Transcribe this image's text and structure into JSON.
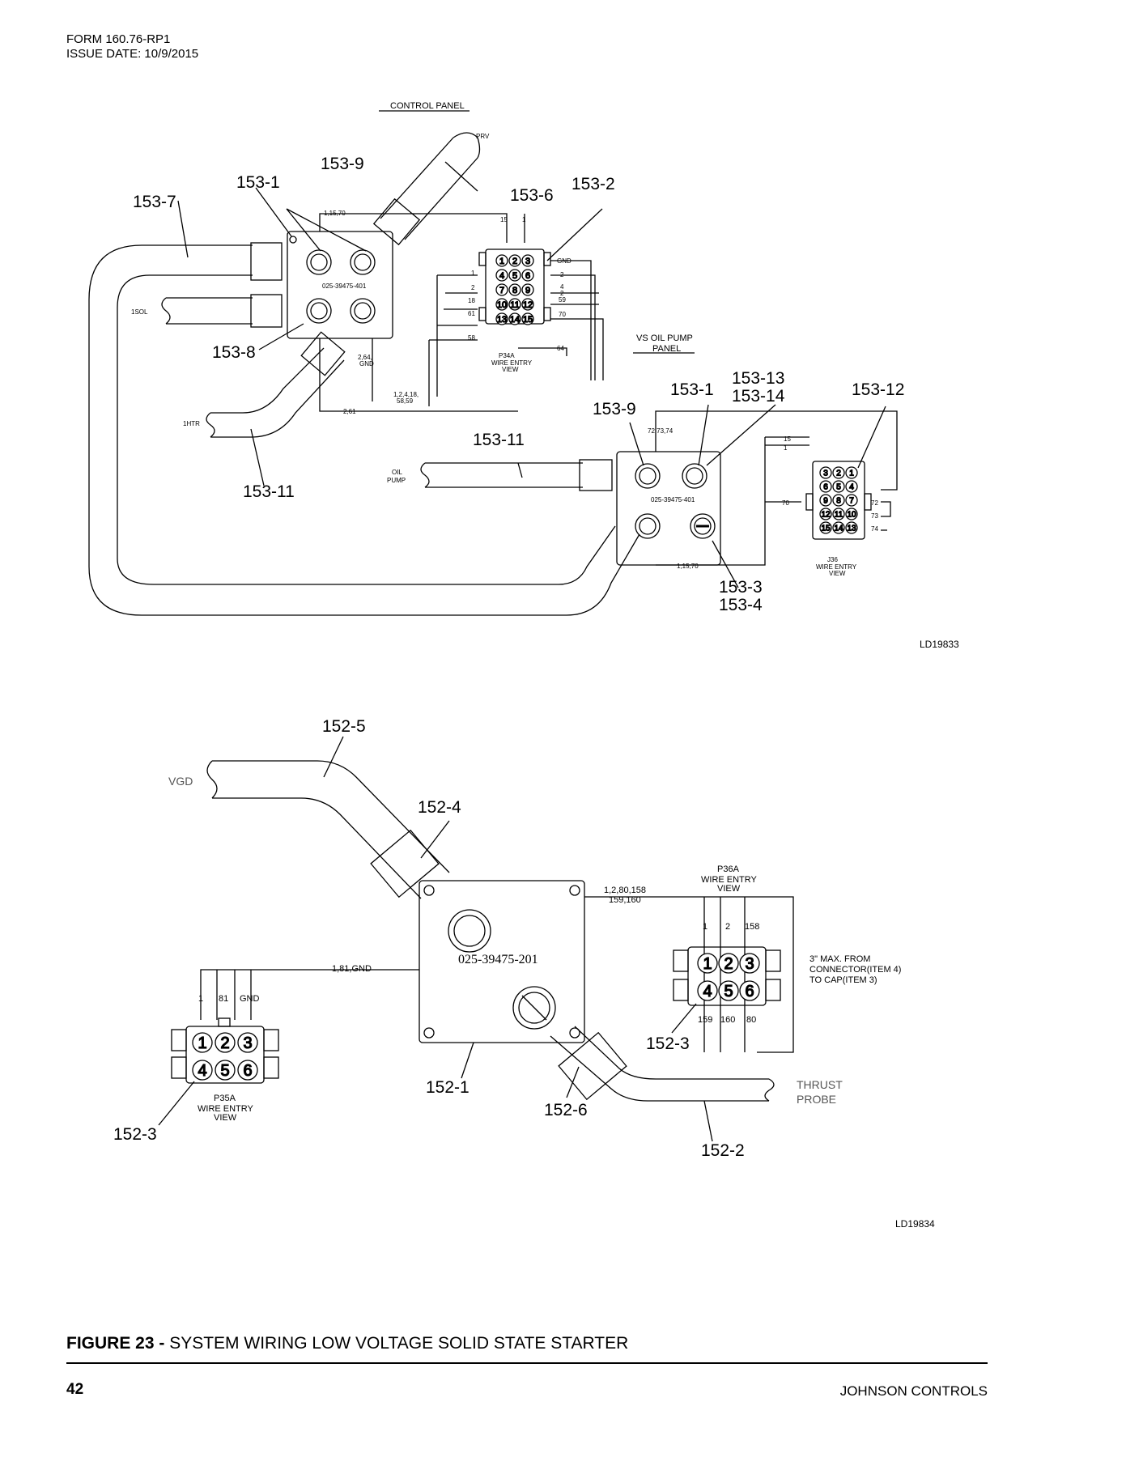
{
  "header": {
    "form": "FORM 160.76-RP1",
    "issue": "ISSUE DATE: 10/9/2015"
  },
  "top_diagram": {
    "title": "CONTROL PANEL",
    "drawing_id": "LD19833",
    "cables": {
      "prv": "PRV",
      "sol": "1SOL",
      "htr": "1HTR",
      "oil": "OIL",
      "pump": "PUMP"
    },
    "callouts": [
      "153-9",
      "153-1",
      "153-7",
      "153-6",
      "153-2",
      "153-8",
      "153-11",
      "153-13",
      "153-14",
      "153-1",
      "153-9",
      "153-12",
      "153-11",
      "153-3",
      "153-4"
    ],
    "panel1_part": "025-39475-401",
    "panel2_part": "025-39475-401",
    "p34a": "P34A",
    "p34a_sub1": "WIRE ENTRY",
    "p34a_sub2": "VIEW",
    "j36": "J36",
    "j36_sub1": "WIRE ENTRY",
    "j36_sub2": "VIEW",
    "vs_panel_1": "VS OIL PUMP",
    "vs_panel_2": "PANEL",
    "wires": {
      "w1": "1,15,70",
      "w2": "15",
      "w3": "1",
      "gnd": "GND",
      "l1": "1",
      "l2": "2",
      "l18": "18",
      "l61": "61",
      "l58": "58",
      "r2": "2",
      "r4": "4",
      "r2b": "2",
      "r59": "59",
      "r70": "70",
      "r64": "64",
      "b1": "2,64,",
      "b1b": "GND",
      "b2": "1,2,4,18,",
      "b2b": "58,59",
      "b3": "2,61",
      "v1": "72,73,74",
      "v2": "15",
      "v3": "1",
      "v4": "70",
      "v5": "72",
      "v6": "73",
      "v7": "74",
      "v8": "1,15,70"
    },
    "p34a_pins": [
      "1",
      "2",
      "3",
      "4",
      "5",
      "6",
      "7",
      "8",
      "9",
      "10",
      "11",
      "12",
      "13",
      "14",
      "15"
    ],
    "j36_pins": [
      "3",
      "2",
      "1",
      "6",
      "5",
      "4",
      "9",
      "8",
      "7",
      "12",
      "11",
      "10",
      "15",
      "14",
      "13"
    ]
  },
  "bottom_diagram": {
    "drawing_id": "LD19834",
    "cables": {
      "vgd": "VGD",
      "thrust1": "THRUST",
      "thrust2": "PROBE"
    },
    "callouts": [
      "152-5",
      "152-4",
      "152-1",
      "152-6",
      "152-2",
      "152-3",
      "152-3"
    ],
    "panel_part": "025-39475-201",
    "wire_top1": "1,2,80,158",
    "wire_top2": "159,160",
    "wire_left": "1,81,GND",
    "p36a": "P36A",
    "p36a_sub1": "WIRE ENTRY",
    "p36a_sub2": "VIEW",
    "p35a": "P35A",
    "p35a_sub1": "WIRE ENTRY",
    "p35a_sub2": "VIEW",
    "p36a_top": [
      "1",
      "2",
      "158"
    ],
    "p36a_bottom": [
      "159",
      "160",
      "80"
    ],
    "p35a_top": [
      "1",
      "81",
      "GND"
    ],
    "pins6": [
      "1",
      "2",
      "3",
      "4",
      "5",
      "6"
    ],
    "note": [
      "3\" MAX. FROM",
      "CONNECTOR(ITEM 4)",
      "TO CAP(ITEM 3)"
    ]
  },
  "caption": {
    "label": "FIGURE 23 -",
    "text": "SYSTEM WIRING LOW VOLTAGE SOLID STATE STARTER"
  },
  "footer": {
    "page": "42",
    "company": "JOHNSON CONTROLS"
  }
}
